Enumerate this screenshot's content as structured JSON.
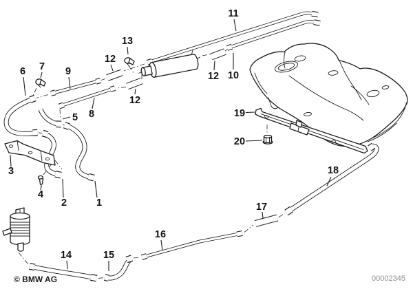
{
  "page": {
    "type": "exploded-parts-diagram",
    "copyright": "© BMW AG",
    "document_number": "00002345",
    "colors": {
      "background": "#ffffff",
      "line": "#1a1a1a",
      "doc_number": "#8f8f8f"
    }
  },
  "components": [
    "fuel-tank",
    "fuel-filter",
    "tank-strap",
    "flange-nut",
    "mounting-bracket",
    "screw",
    "hose-clamp",
    "fuel-pipe",
    "fuel-hose",
    "connector-sleeve",
    "valve-canister"
  ],
  "callouts": [
    {
      "label": "1"
    },
    {
      "label": "2"
    },
    {
      "label": "3"
    },
    {
      "label": "4"
    },
    {
      "label": "5"
    },
    {
      "label": "6"
    },
    {
      "label": "7"
    },
    {
      "label": "8"
    },
    {
      "label": "9"
    },
    {
      "label": "10"
    },
    {
      "label": "11"
    },
    {
      "label": "12"
    },
    {
      "label": "12"
    },
    {
      "label": "12"
    },
    {
      "label": "13"
    },
    {
      "label": "14"
    },
    {
      "label": "15"
    },
    {
      "label": "16"
    },
    {
      "label": "17"
    },
    {
      "label": "18"
    },
    {
      "label": "19"
    },
    {
      "label": "20"
    }
  ]
}
